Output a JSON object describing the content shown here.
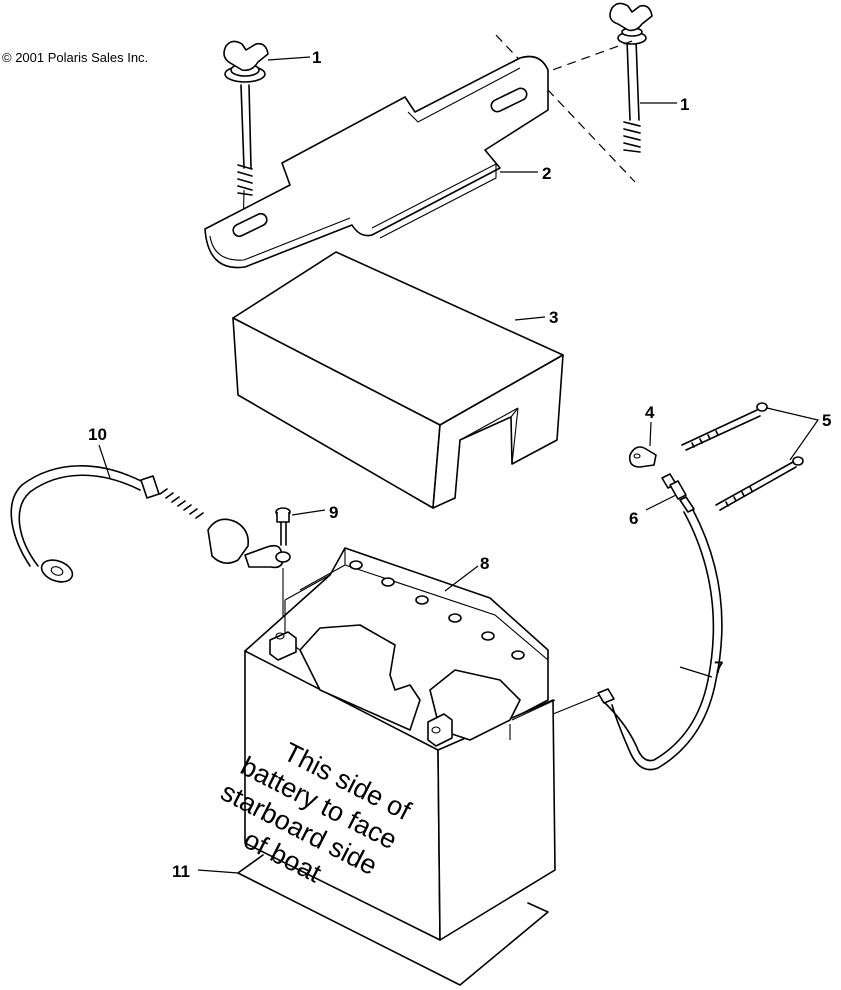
{
  "copyright": "© 2001 Polaris Sales Inc.",
  "battery_warning": [
    "This side of",
    "battery to face",
    "starboard side",
    "of boat"
  ],
  "callouts": {
    "c1a": "1",
    "c1b": "1",
    "c2": "2",
    "c3": "3",
    "c4": "4",
    "c5": "5",
    "c6": "6",
    "c7": "7",
    "c8": "8",
    "c9": "9",
    "c10": "10",
    "c11": "11"
  }
}
